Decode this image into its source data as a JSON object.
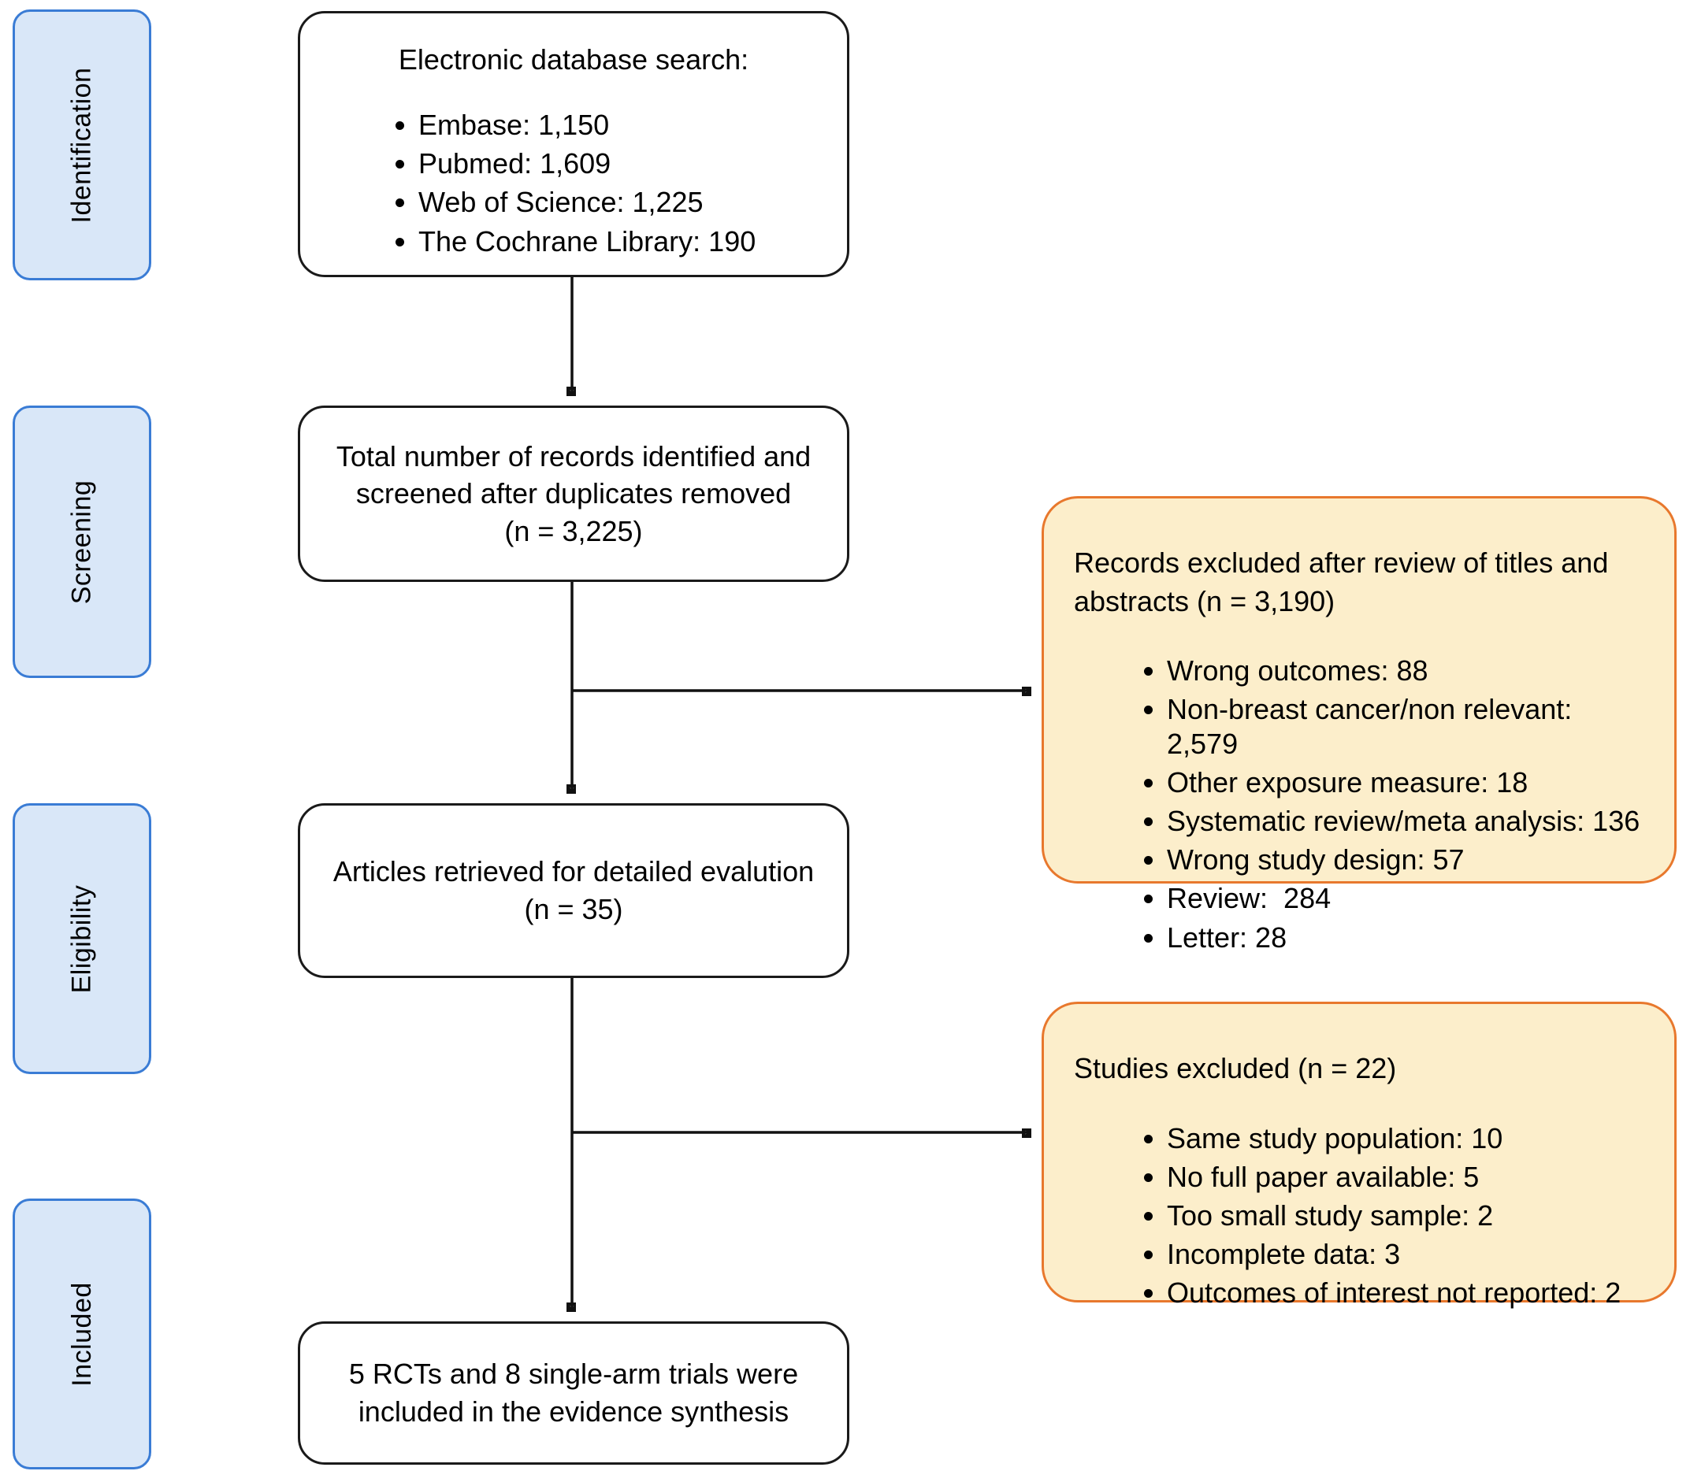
{
  "diagram_title": "Study selection flow diagram",
  "colors": {
    "stage_fill": "#d9e7f8",
    "stage_border": "#3a7cd5",
    "exclusion_fill": "#fceecb",
    "exclusion_border": "#e8782d",
    "box_border": "#1a1a1a",
    "line_color": "#111111"
  },
  "sidebar": {
    "stages": [
      {
        "label": "Identification"
      },
      {
        "label": "Screening"
      },
      {
        "label": "Eligibility"
      },
      {
        "label": "Included"
      }
    ]
  },
  "flow": {
    "database_search": {
      "title": "Electronic database search:",
      "items": [
        "Embase: 1,150",
        "Pubmed: 1,609",
        "Web of Science: 1,225",
        "The Cochrane Library: 190"
      ]
    },
    "records_screened": {
      "text": "Total number of records identified and\nscreened after duplicates removed\n(n = 3,225)"
    },
    "articles_retrieved": {
      "text": "Articles retrieved for detailed evalution\n(n = 35)"
    },
    "included_trials": {
      "text": "5 RCTs and 8 single-arm trials were\nincluded in the evidence synthesis"
    }
  },
  "exclusions": {
    "records_excluded": {
      "title": "Records excluded after review of titles and\nabstracts (n = 3,190)",
      "items": [
        "Wrong outcomes: 88",
        "Non-breast cancer/non relevant: 2,579",
        "Other exposure measure: 18",
        "Systematic review/meta analysis: 136",
        "Wrong study design: 57",
        "Review:  284",
        "Letter: 28"
      ]
    },
    "studies_excluded": {
      "title": "Studies excluded (n = 22)",
      "items": [
        "Same study population: 10",
        "No full paper available: 5",
        "Too small study sample: 2",
        "Incomplete data: 3",
        "Outcomes of interest not reported: 2"
      ]
    }
  }
}
